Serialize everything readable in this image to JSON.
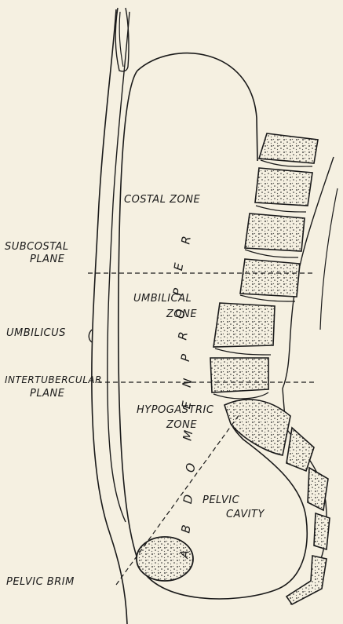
{
  "labels": {
    "abdomen_proper": "ABDOMEN PROPER",
    "abdomen_letters": [
      "A",
      "B",
      "D",
      "O",
      "M",
      "E",
      "N"
    ],
    "proper_letters": [
      "P",
      "R",
      "O",
      "P",
      "E",
      "R"
    ],
    "costal_zone": "COSTAL ZONE",
    "subcostal_plane_1": "SUBCOSTAL",
    "subcostal_plane_2": "PLANE",
    "umbilical_zone_1": "UMBILICAL",
    "umbilical_zone_2": "ZONE",
    "umbilicus": "UMBILICUS",
    "intertubercular_plane_1": "INTERTUBERCULAR",
    "intertubercular_plane_2": "PLANE",
    "hypogastric_zone_1": "HYPOGASTRIC",
    "hypogastric_zone_2": "ZONE",
    "pelvic_cavity_1": "PELVIC",
    "pelvic_cavity_2": "CAVITY",
    "pelvic_brim": "PELVIC BRIM"
  },
  "colors": {
    "paper": "#f5f0e1",
    "ink": "#1a1a1a"
  }
}
